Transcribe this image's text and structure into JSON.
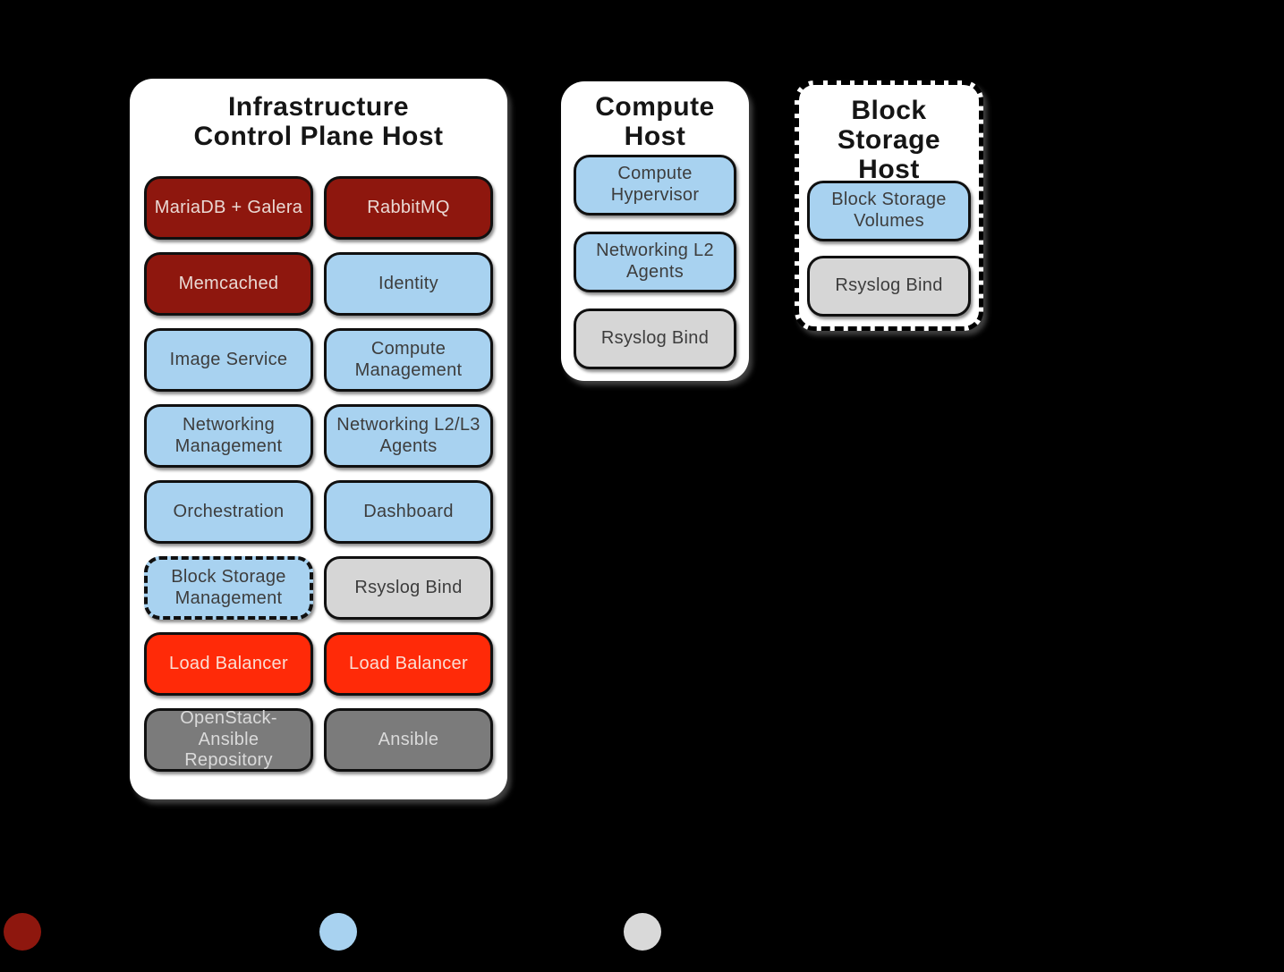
{
  "palette": {
    "background": "#000000",
    "host_fill": "#ffffff",
    "infra_service_red": "#8e170e",
    "openstack_service_blue": "#a8d2f0",
    "support_service_gray": "#d6d6d6",
    "load_balancer_red": "#ff2a08",
    "deployment_gray": "#7b7b7b"
  },
  "hosts": {
    "infrastructure": {
      "title_lines": [
        "Infrastructure",
        "Control Plane Host"
      ],
      "services": [
        {
          "label": "MariaDB + Galera",
          "variant": "infra"
        },
        {
          "label": "RabbitMQ",
          "variant": "infra"
        },
        {
          "label": "Memcached",
          "variant": "infra"
        },
        {
          "label": "Identity",
          "variant": "openstack"
        },
        {
          "label": "Image Service",
          "variant": "openstack"
        },
        {
          "label": "Compute Management",
          "variant": "openstack"
        },
        {
          "label": "Networking Management",
          "variant": "openstack"
        },
        {
          "label": "Networking L2/L3 Agents",
          "variant": "openstack"
        },
        {
          "label": "Orchestration",
          "variant": "openstack"
        },
        {
          "label": "Dashboard",
          "variant": "openstack"
        },
        {
          "label": "Block Storage Management",
          "variant": "openstack",
          "dashed": true
        },
        {
          "label": "Rsyslog Bind",
          "variant": "support"
        },
        {
          "label": "Load Balancer",
          "variant": "lb"
        },
        {
          "label": "Load Balancer",
          "variant": "lb"
        },
        {
          "label": "OpenStack-Ansible Repository",
          "variant": "deploy"
        },
        {
          "label": "Ansible",
          "variant": "deploy"
        }
      ]
    },
    "compute": {
      "title_lines": [
        "Compute",
        "Host"
      ],
      "services": [
        {
          "label": "Compute Hypervisor",
          "variant": "openstack"
        },
        {
          "label": "Networking L2 Agents",
          "variant": "openstack"
        },
        {
          "label": "Rsyslog Bind",
          "variant": "support"
        }
      ]
    },
    "block_storage": {
      "title_lines": [
        "Block",
        "Storage",
        "Host"
      ],
      "dashed_border": true,
      "services": [
        {
          "label": "Block Storage Volumes",
          "variant": "openstack"
        },
        {
          "label": "Rsyslog Bind",
          "variant": "support"
        }
      ]
    }
  },
  "legend": {
    "dots": [
      {
        "color": "#8e170e"
      },
      {
        "color": "#a8d2f0"
      },
      {
        "color": "#d9d9d9"
      }
    ]
  }
}
